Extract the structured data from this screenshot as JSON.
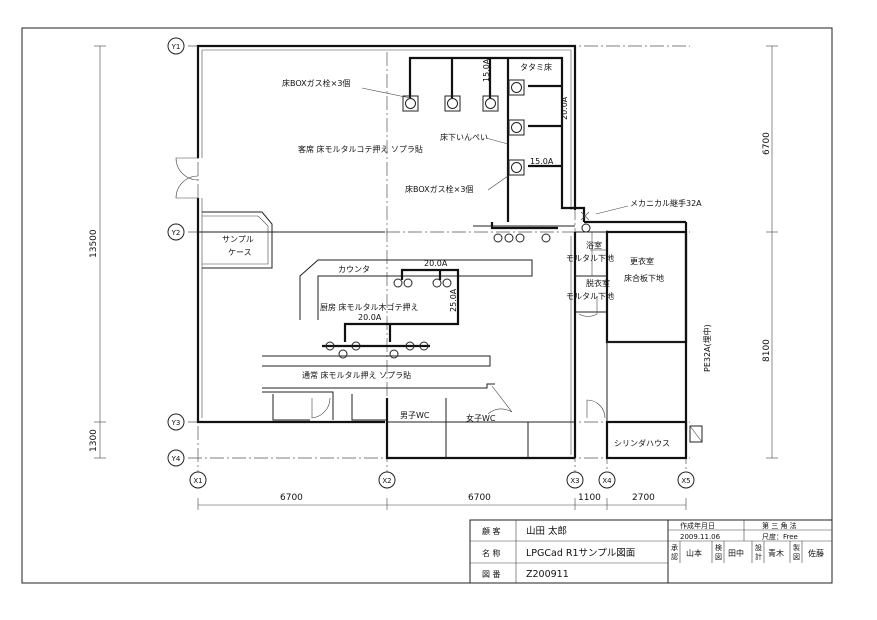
{
  "grid": {
    "columns": [
      "X1",
      "X2",
      "X3",
      "X4",
      "X5"
    ],
    "rows": [
      "Y1",
      "Y2",
      "Y3",
      "Y4"
    ]
  },
  "dimensions": {
    "horizontal": [
      "6700",
      "6700",
      "1100",
      "2700"
    ],
    "left_vertical": [
      "13500",
      "1300"
    ],
    "right_vertical": [
      "6700",
      "8100"
    ]
  },
  "labels": {
    "floor_box_top": "床BOXガス栓×3個",
    "floor_box_bottom": "床BOXガス栓×3個",
    "tatami": "タタミ床",
    "guest_room": "客席 床モルタルコテ押え ソプラ貼",
    "underfloor_pipe": "床下いんぺい",
    "mechanical_joint": "メカニカル継手32A",
    "sample_case": "サンプル\nケース",
    "counter": "カウンタ",
    "kitchen": "厨房 床モルタル木ゴテ押え",
    "corridor": "通常 床モルタル押え ソプラ貼",
    "bath": "浴室\nモルタル下地",
    "changing": "脱衣室\nモルタル下地",
    "locker": "更衣室\n床合板下地",
    "pe_pipe": "PE32A(埋中)",
    "mens_wc": "男子WC",
    "womens_wc": "女子WC",
    "cylinder_house": "シリンダハウス"
  },
  "pipe_sizes": [
    "15.0A",
    "20.0A",
    "15.0A",
    "20.0A",
    "25.0A",
    "20.0A"
  ],
  "title_block": {
    "client_label": "顧 客",
    "client_value": "山田 太郎",
    "name_label": "名 称",
    "name_value": "LPGCad R1サンプル図面",
    "number_label": "図 番",
    "number_value": "Z200911",
    "date_label": "作成年月日",
    "date_value": "2009.11.06",
    "projection_label": "第 三 角 法",
    "scale_label": "尺度：Free",
    "approve_label": "承認",
    "approve_name": "山本",
    "check_label": "検図",
    "check_name": "田中",
    "design_label": "設計",
    "design_name": "青木",
    "draw_label": "製図",
    "draw_name": "佐藤"
  }
}
